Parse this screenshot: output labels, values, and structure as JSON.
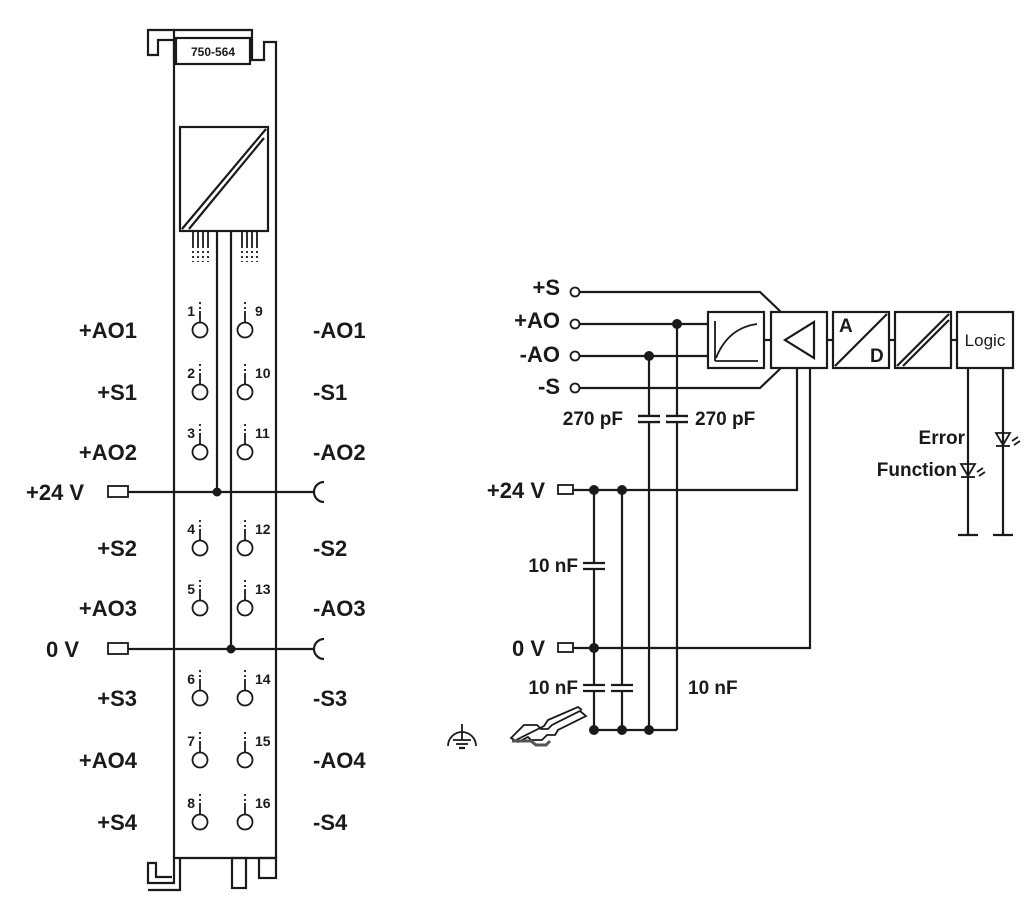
{
  "module": {
    "part_number": "750-564",
    "left_labels": [
      "+AO1",
      "+S1",
      "+AO2",
      "+S2",
      "+AO3",
      "+S3",
      "+AO4",
      "+S4"
    ],
    "right_labels": [
      "-AO1",
      "-S1",
      "-AO2",
      "-S2",
      "-AO3",
      "-S3",
      "-AO4",
      "-S4"
    ],
    "left_terminals": [
      "1",
      "2",
      "3",
      "4",
      "5",
      "6",
      "7",
      "8"
    ],
    "right_terminals": [
      "9",
      "10",
      "11",
      "12",
      "13",
      "14",
      "15",
      "16"
    ],
    "power_labels": {
      "plus24": "+24 V",
      "zero": "0 V"
    }
  },
  "schematic": {
    "inputs": [
      "+S",
      "+AO",
      "-AO",
      "-S"
    ],
    "cap_270_left": "270 pF",
    "cap_270_right": "270 pF",
    "power_plus": "+24 V",
    "power_zero": "0 V",
    "cap_10nF_upper": "10 nF",
    "cap_10nF_lower": "10 nF",
    "cap_10nF_right": "10 nF",
    "ad_a": "A",
    "ad_d": "D",
    "logic": "Logic",
    "led_error": "Error",
    "led_function": "Function"
  }
}
